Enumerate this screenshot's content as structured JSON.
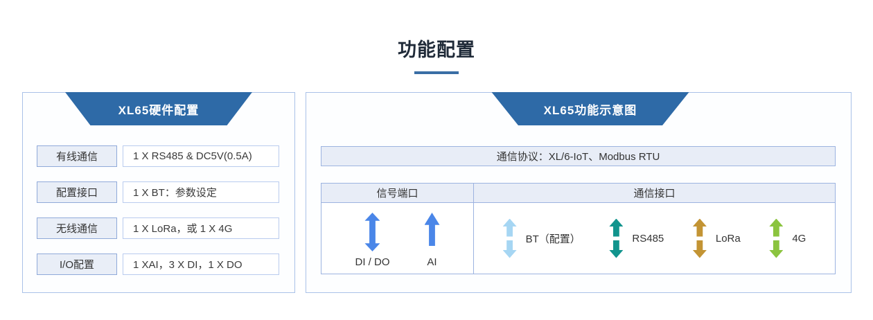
{
  "title": {
    "text": "功能配置"
  },
  "hardware_panel": {
    "title": "XL65硬件配置",
    "rows": [
      {
        "label": "有线通信",
        "value": "1 X RS485 & DC5V(0.5A)"
      },
      {
        "label": "配置接口",
        "value": "1 X BT：参数设定"
      },
      {
        "label": "无线通信",
        "value": "1 X LoRa，或 1 X 4G"
      },
      {
        "label": "I/O配置",
        "value": "1 XAI，3 X DI，1 X DO"
      }
    ]
  },
  "function_panel": {
    "title": "XL65功能示意图",
    "protocol": "通信协议：XL/6-IoT、Modbus RTU",
    "table": {
      "signal_header": "信号端口",
      "comm_header": "通信接口",
      "signal_items": [
        {
          "label": "DI / DO",
          "arrow": "double-solid",
          "color": "#4a86e8"
        },
        {
          "label": "AI",
          "arrow": "up-solid",
          "color": "#4a86e8"
        }
      ],
      "comm_items": [
        {
          "label": "BT（配置）",
          "arrow": "double-split",
          "color": "#a6d6f3"
        },
        {
          "label": "RS485",
          "arrow": "double-split",
          "color": "#11948d"
        },
        {
          "label": "LoRa",
          "arrow": "double-split",
          "color": "#c39434"
        },
        {
          "label": "4G",
          "arrow": "double-split",
          "color": "#8bc43f"
        }
      ]
    }
  },
  "colors": {
    "header_blue": "#2e6aa7",
    "underline_blue": "#3a6ea5",
    "panel_border": "#a9c1e8",
    "cell_fill": "#e8edf7"
  }
}
